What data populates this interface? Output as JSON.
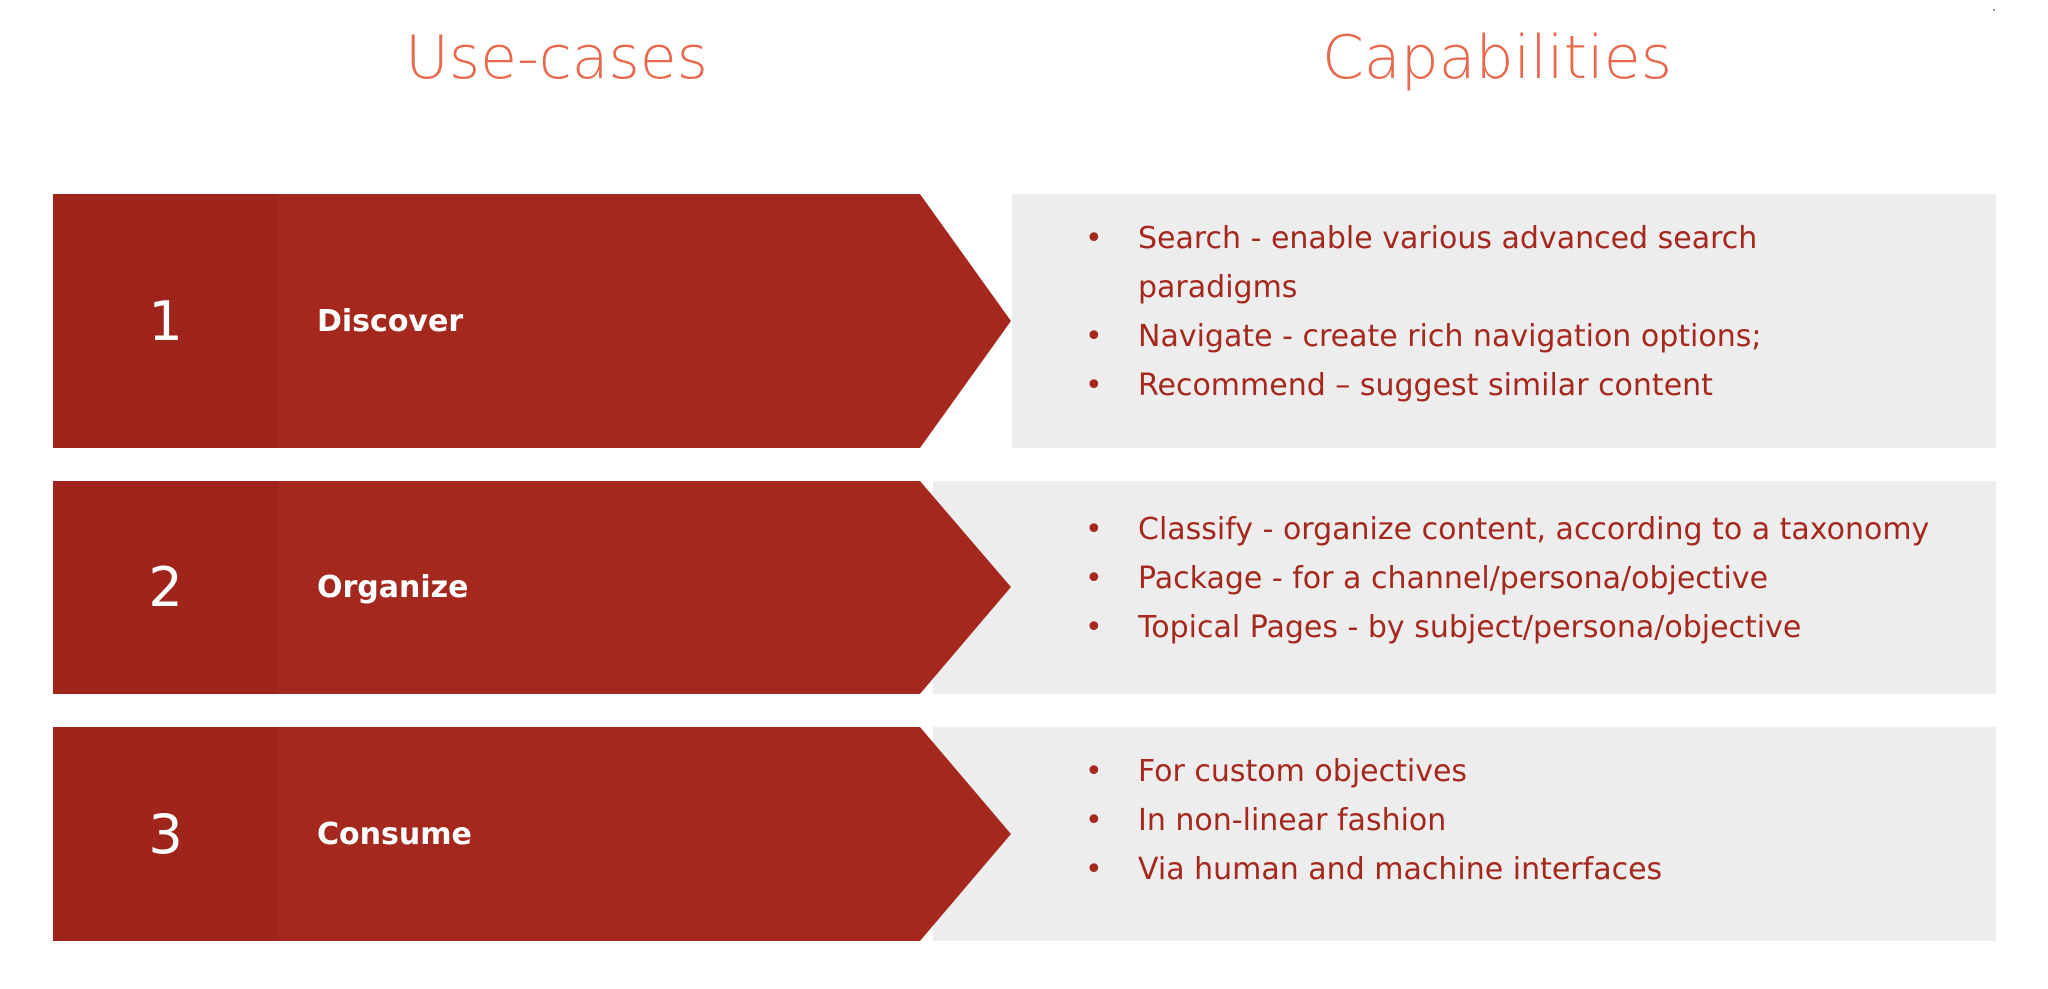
{
  "headings": {
    "use_cases": "Use-cases",
    "capabilities": "Capabilities"
  },
  "colors": {
    "heading": "#e8684e",
    "arrow": "#a5281e",
    "number_cell": "#9f251c",
    "capability_text": "#a5281e",
    "capability_bg": "#ededed"
  },
  "rows": [
    {
      "number": "1",
      "label": "Discover",
      "capabilities": [
        "Search - enable various advanced search",
        "paradigms",
        "Navigate - create rich navigation options;",
        "Recommend – suggest similar content"
      ]
    },
    {
      "number": "2",
      "label": "Organize",
      "capabilities": [
        "Classify - organize content, according to a taxonomy",
        "Package - for a channel/persona/objective",
        "Topical Pages - by subject/persona/objective"
      ]
    },
    {
      "number": "3",
      "label": "Consume",
      "capabilities": [
        "For custom objectives",
        "In non-linear fashion",
        "Via human and machine interfaces"
      ]
    }
  ]
}
